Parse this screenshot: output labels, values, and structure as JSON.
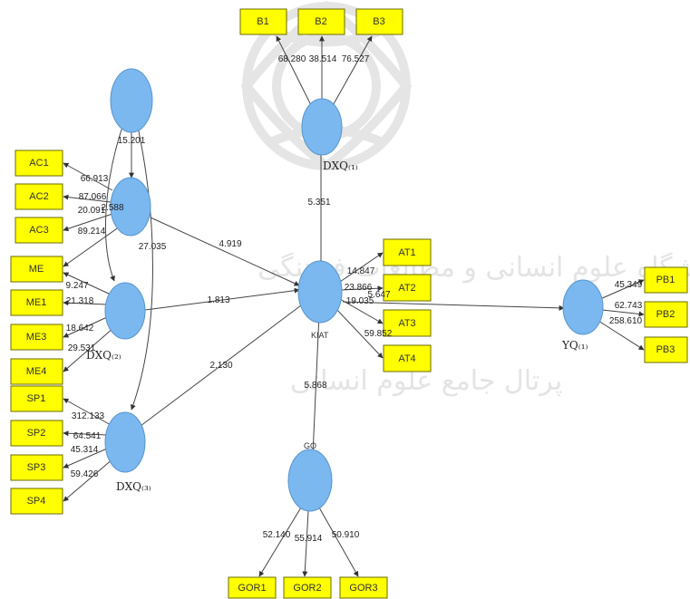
{
  "watermark": {
    "line1": "پژوهشگاه علوم انسانی و مطالعات فرهنگی",
    "line2": "پرتال جامع علوم انسانی"
  },
  "nodes": {
    "x1": {
      "label": ""
    },
    "dxq1": {
      "label": "DXQ₍₁₎"
    },
    "dxq2": {
      "label": "DXQ₍₂₎"
    },
    "dxq3": {
      "label": "DXQ₍₃₎"
    },
    "kiat": {
      "label": "KIAT"
    },
    "go": {
      "label": "GO"
    },
    "yq": {
      "label": "YQ₍₁₎"
    }
  },
  "indicators": {
    "B1": "B1",
    "B2": "B2",
    "B3": "B3",
    "AC1": "AC1",
    "AC2": "AC2",
    "AC3": "AC3",
    "ME": "ME",
    "ME1": "ME1",
    "ME3": "ME3",
    "ME4": "ME4",
    "SP1": "SP1",
    "SP2": "SP2",
    "SP3": "SP3",
    "SP4": "SP4",
    "AT1": "AT1",
    "AT2": "AT2",
    "AT3": "AT3",
    "AT4": "AT4",
    "PB1": "PB1",
    "PB2": "PB2",
    "PB3": "PB3",
    "GOR1": "GOR1",
    "GOR2": "GOR2",
    "GOR3": "GOR3"
  },
  "coefficients": {
    "b1": "68.280",
    "b2": "38.514",
    "b3": "76.527",
    "x1_dxq2": "15.201",
    "ac1": "66.913",
    "ac2": "87.066",
    "ac3": "89.214",
    "ac_extra1": "20.091",
    "ac_extra2": "2.588",
    "x1_dxq3": "27.035",
    "me": "9.247",
    "me1": "21.318",
    "me3": "18.642",
    "me4": "29.531",
    "sp1": "312.133",
    "sp2": "64.541",
    "sp3": "45.314",
    "sp4": "59.426",
    "dxq2_kiat": "4.919",
    "dxq_kiat": "1.813",
    "dxq3_kiat": "2.130",
    "dxq1_kiat": "5.351",
    "at1": "14.847",
    "at2": "23.866",
    "at2b": "5.647",
    "at3": "19.035",
    "at4": "59.852",
    "go_kiat": "5.868",
    "pb1": "45.349",
    "pb2": "62.743",
    "pb3": "258.610",
    "gor1": "52.140",
    "gor2": "55.914",
    "gor3": "50.910"
  }
}
